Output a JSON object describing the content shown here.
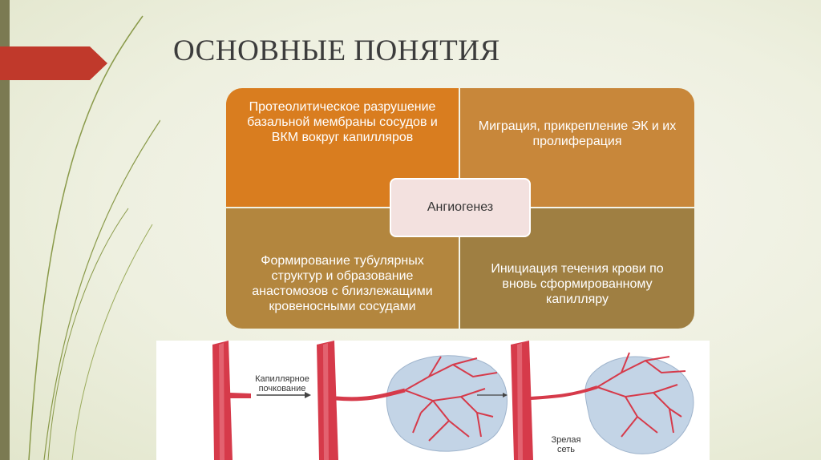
{
  "title": "ОСНОВНЫЕ ПОНЯТИЯ",
  "colors": {
    "accent_arrow": "#c0392b",
    "stripe": "#7b7a52"
  },
  "diagram": {
    "center": "Ангиогенез",
    "top_left": "Протеолитическое разрушение базальной мембраны сосудов и ВКМ вокруг капилляров",
    "top_right": "Миграция, прикрепление ЭК и их пролиферация",
    "bottom_left": "Формирование тубулярных структур и образование анастомозов с близлежащими кровеносными сосудами",
    "bottom_right": "Инициация течения крови по вновь сформированному капилляру"
  },
  "illustration": {
    "label_budding": "Капиллярное почкование",
    "label_mature": "Зрелая сеть"
  }
}
